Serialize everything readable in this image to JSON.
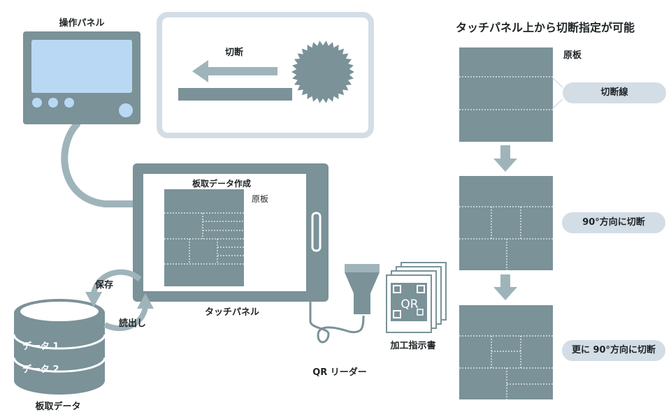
{
  "labels": {
    "operation_panel": "操作パネル",
    "cut": "切断",
    "tablet_title": "板取データ作成",
    "tablet_board": "原板",
    "touch_panel": "タッチパネル",
    "save": "保存",
    "read": "読出し",
    "data1": "データ 1",
    "data2": "データ 2",
    "cutting_data": "板取データ",
    "qr_reader": "QR リーダー",
    "work_order": "加工指示書",
    "qr_text": "QR"
  },
  "right_panel": {
    "heading": "タッチパネル上から切断指定が可能",
    "board_label": "原板",
    "steps": [
      "切断線",
      "90°方向に切断",
      "更に 90°方向に切断"
    ]
  },
  "colors": {
    "primary": "#7a9298",
    "frame_light": "#d3dde5",
    "screen": "#b9d8f4",
    "dotted_line": "#d9e3e6",
    "cable": "#9fb4ba",
    "pill": "#d3dde5"
  }
}
